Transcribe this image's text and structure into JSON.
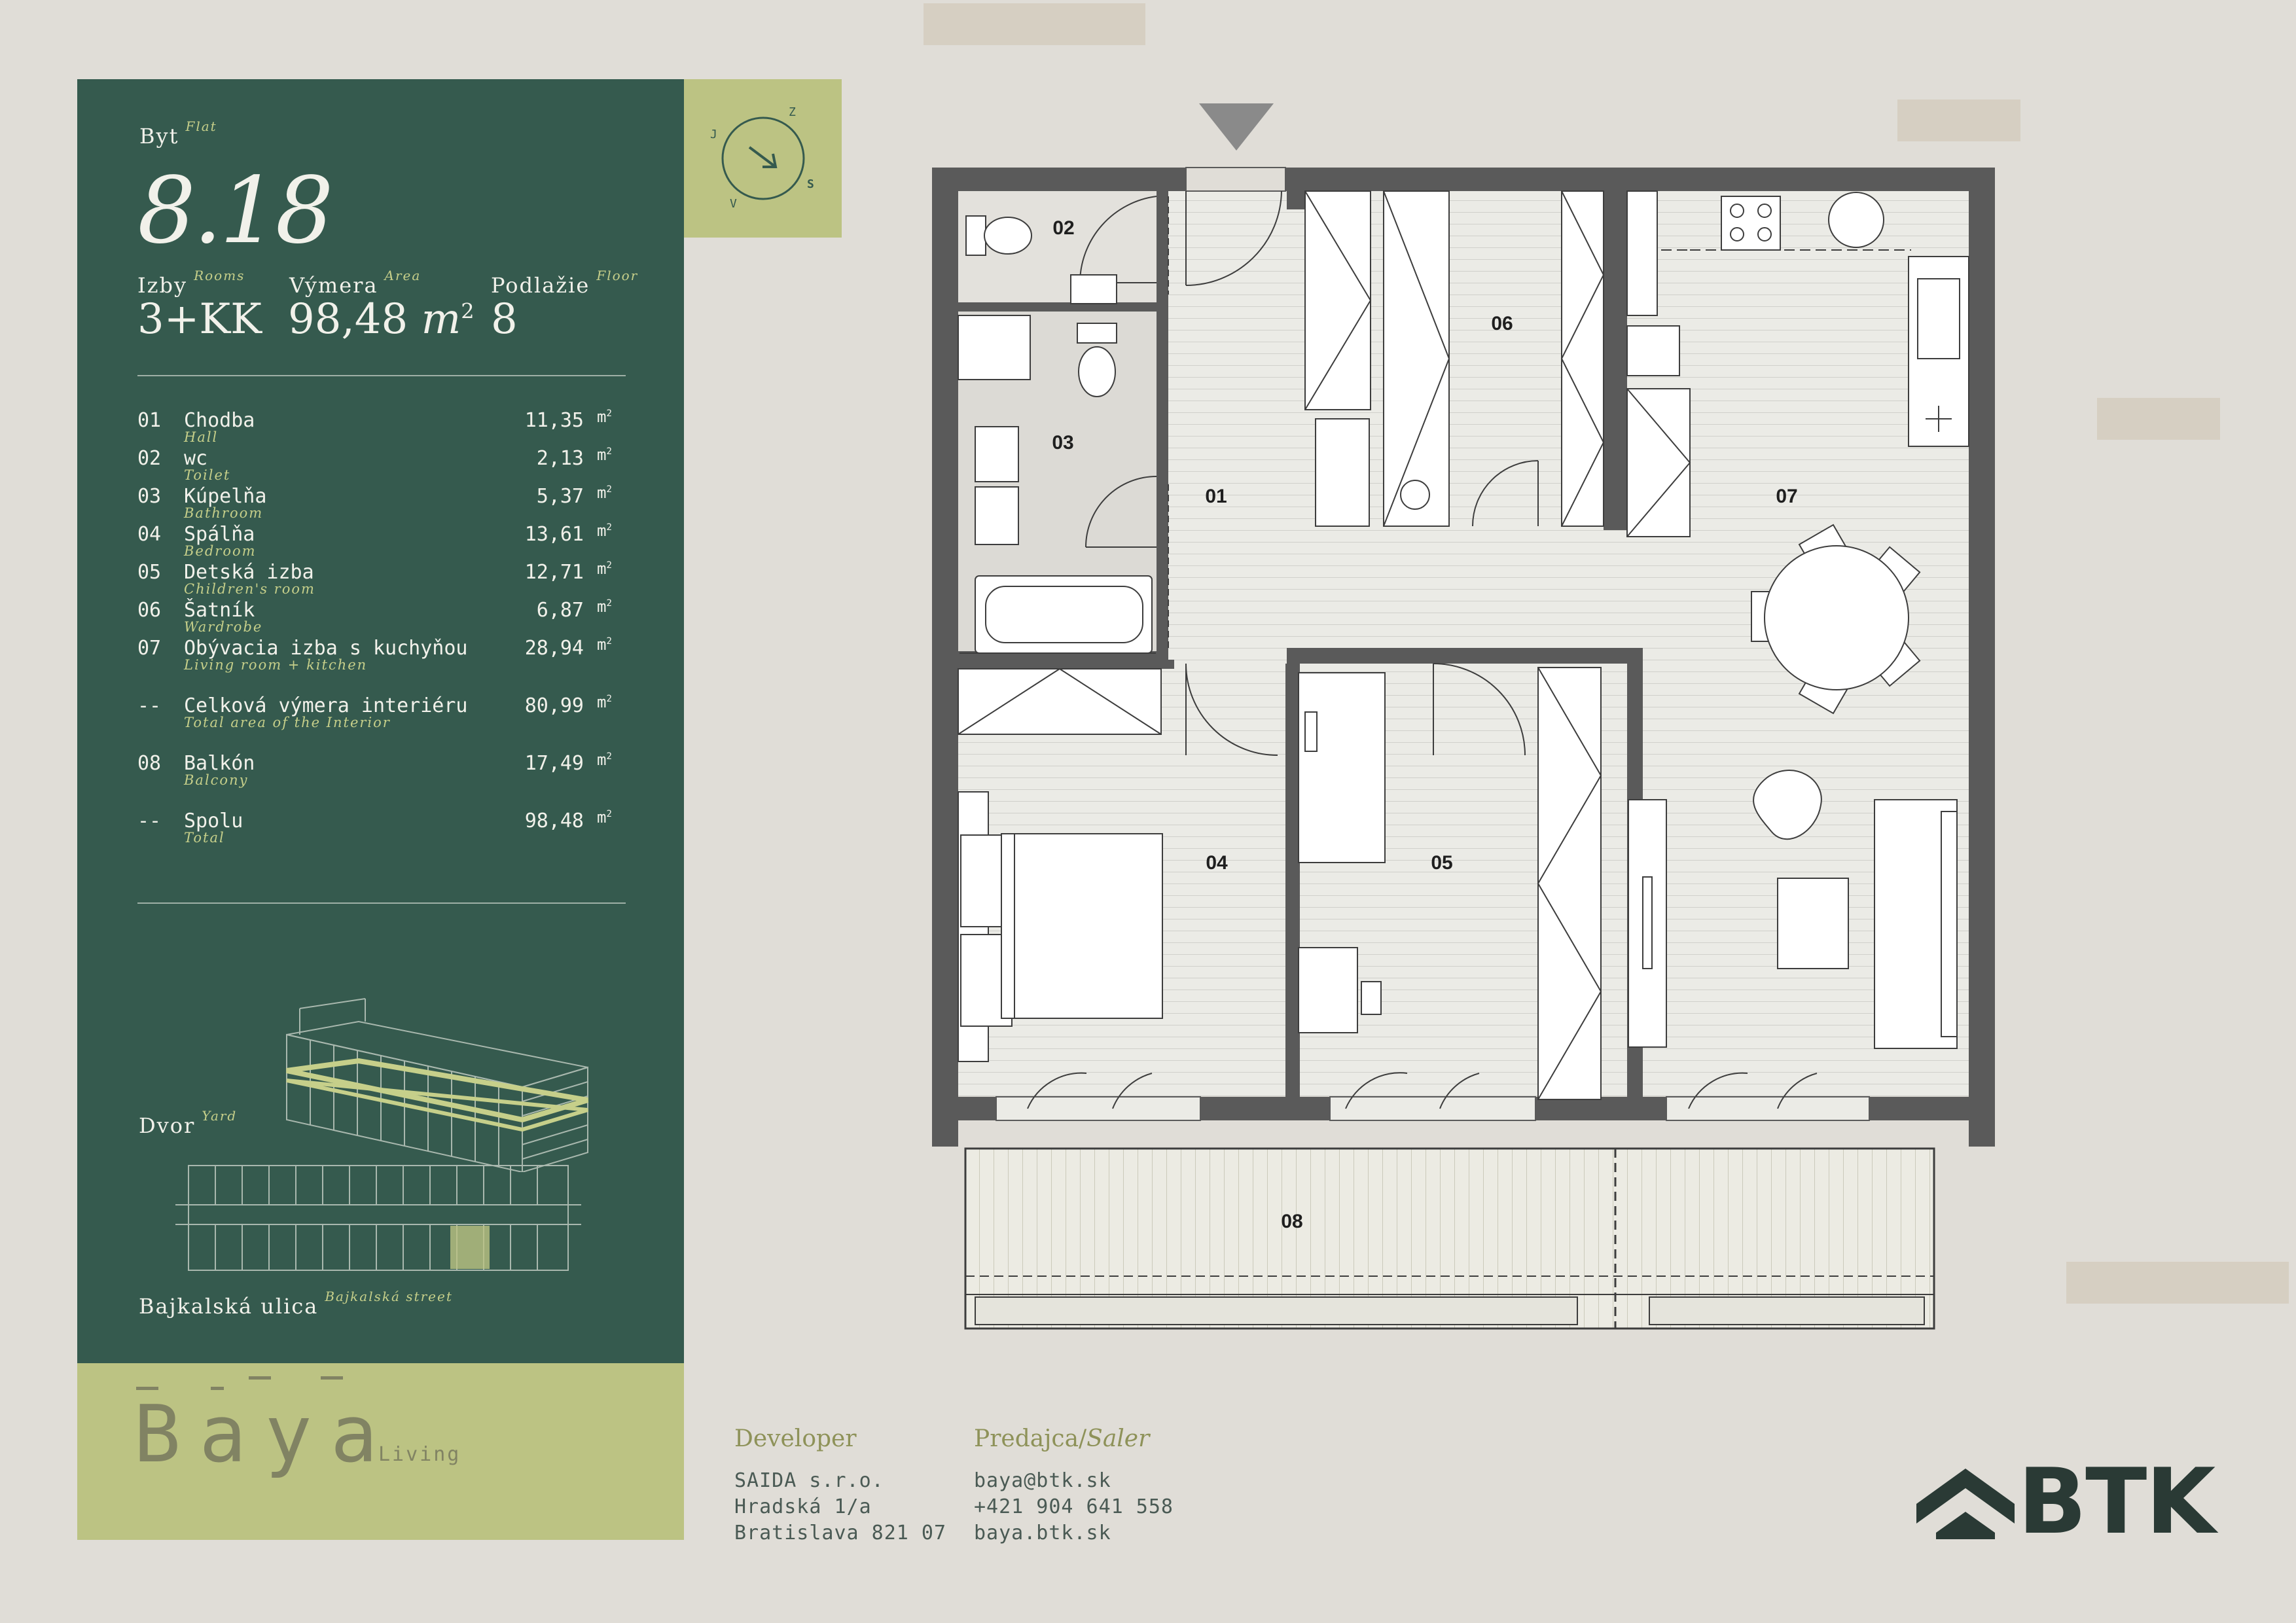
{
  "flat": {
    "label": "Byt",
    "label_en": "Flat",
    "number": "8.18",
    "rooms_label": "Izby",
    "rooms_label_en": "Rooms",
    "rooms_value": "3+KK",
    "area_label": "Výmera",
    "area_label_en": "Area",
    "area_value": "98,48",
    "area_unit": "m",
    "area_unit_exp": "2",
    "floor_label": "Podlažie",
    "floor_label_en": "Floor",
    "floor_value": "8"
  },
  "rooms": [
    {
      "num": "01",
      "name": "Chodba",
      "en": "Hall",
      "area": "11,35"
    },
    {
      "num": "02",
      "name": "wc",
      "en": "Toilet",
      "area": "2,13"
    },
    {
      "num": "03",
      "name": "Kúpelňa",
      "en": "Bathroom",
      "area": "5,37"
    },
    {
      "num": "04",
      "name": "Spálňa",
      "en": "Bedroom",
      "area": "13,61"
    },
    {
      "num": "05",
      "name": "Detská izba",
      "en": "Children's room",
      "area": "12,71"
    },
    {
      "num": "06",
      "name": "Šatník",
      "en": "Wardrobe",
      "area": "6,87"
    },
    {
      "num": "07",
      "name": "Obývacia izba s kuchyňou",
      "en": "Living room + kitchen",
      "area": "28,94"
    },
    {
      "num": "--",
      "name": "Celková výmera interiéru",
      "en": "Total area of the Interior",
      "area": "80,99"
    },
    {
      "num": "08",
      "name": "Balkón",
      "en": "Balcony",
      "area": "17,49"
    },
    {
      "num": "--",
      "name": "Spolu",
      "en": "Total",
      "area": "98,48"
    }
  ],
  "unit": {
    "base": "m",
    "exp": "2"
  },
  "yard": {
    "label": "Dvor",
    "label_en": "Yard"
  },
  "street": {
    "label": "Bajkalská ulica",
    "label_en": "Bajkalská street"
  },
  "compass": {
    "letters": [
      "Z",
      "S",
      "V",
      "J"
    ]
  },
  "plan_labels": [
    "01",
    "02",
    "03",
    "04",
    "05",
    "06",
    "07",
    "08"
  ],
  "brand": {
    "name": "Baya",
    "sub": "Living"
  },
  "developer": {
    "heading": "Developer",
    "lines": [
      "SAIDA s.r.o.",
      "Hradská 1/a",
      "Bratislava 821 07"
    ]
  },
  "saler": {
    "heading": "Predajca",
    "heading_en": "Saler",
    "lines": [
      "baya@btk.sk",
      "+421 904 641 558",
      "baya.btk.sk"
    ]
  },
  "logo": {
    "text": "BTK"
  },
  "colors": {
    "card_green": "#355a4e",
    "light_green": "#bcc383",
    "accent_text": "#c6cf8a",
    "wall": "#5a5a5a",
    "background": "#e0ddd7"
  }
}
